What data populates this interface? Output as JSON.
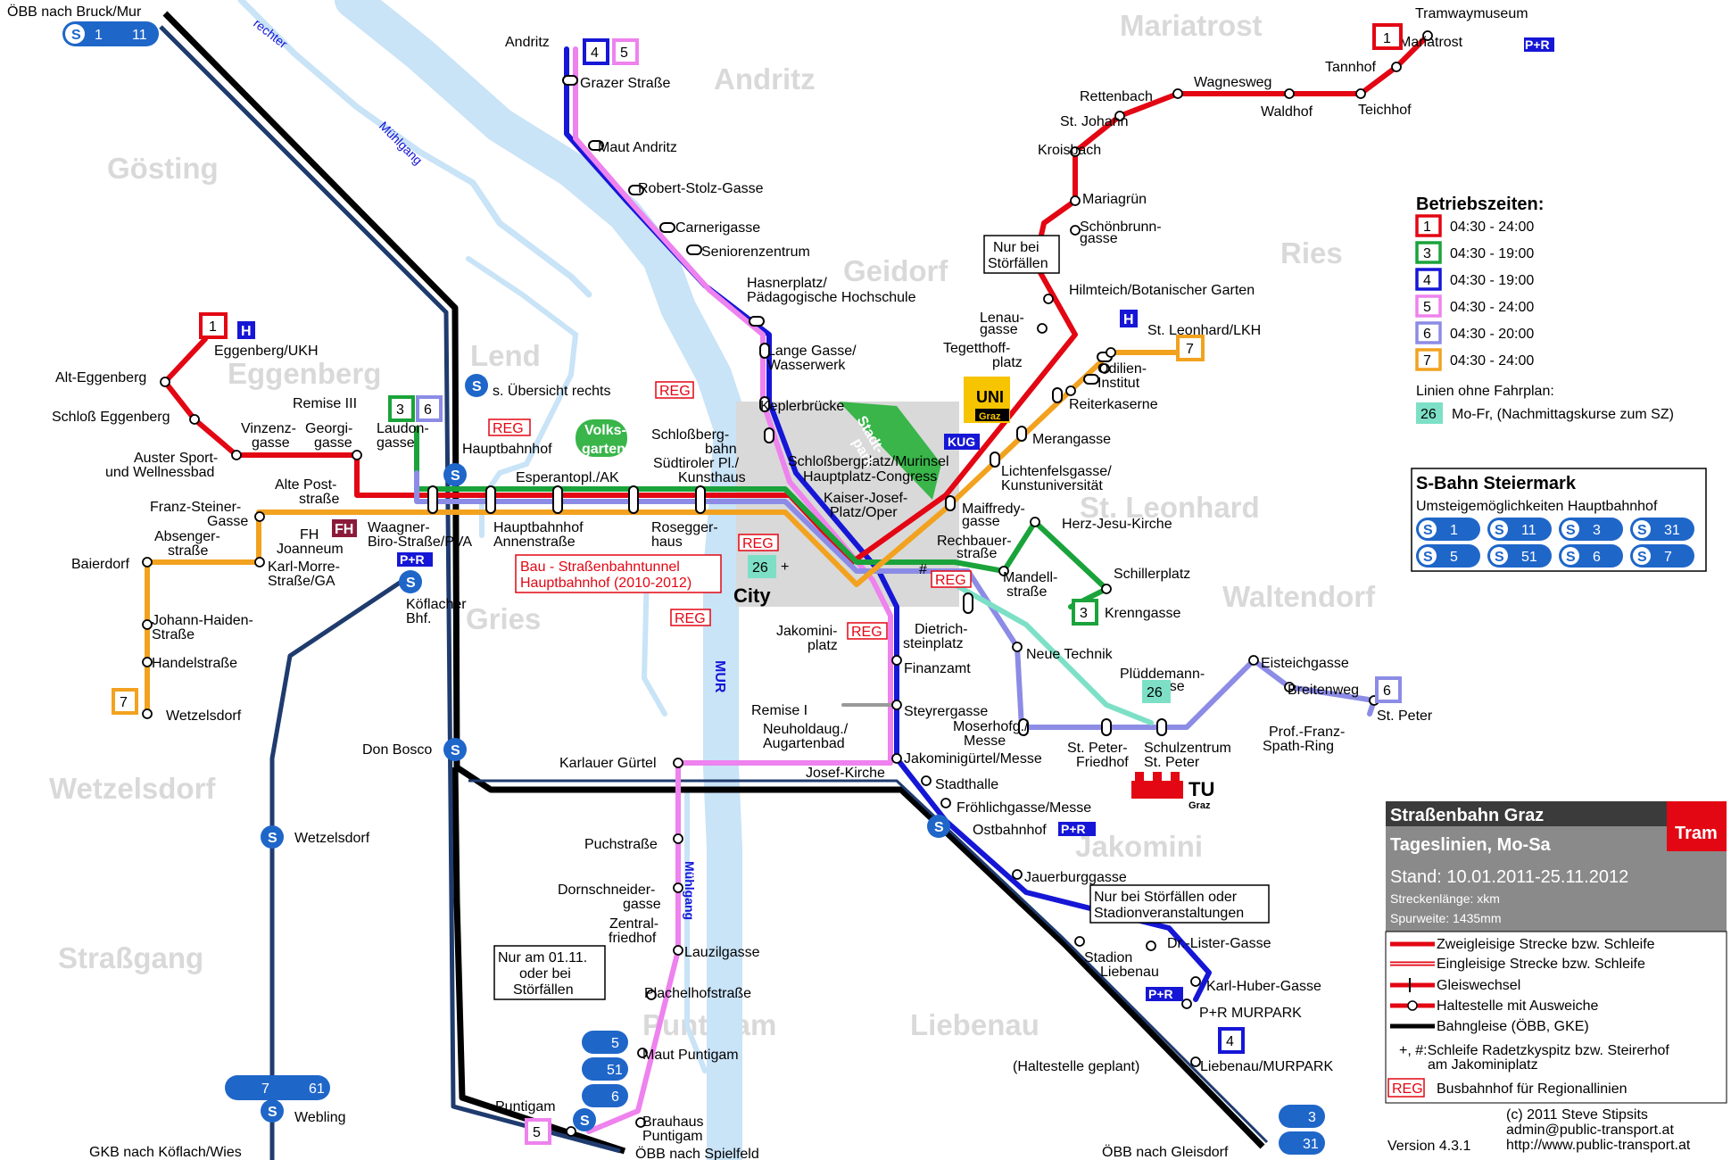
{
  "districts": [
    "Mariatrost",
    "Andritz",
    "Gösting",
    "Geidorf",
    "Ries",
    "Eggenberg",
    "Lend",
    "St. Leonhard",
    "Gries",
    "Waltendorf",
    "Wetzelsdorf",
    "Jakomini",
    "Straßgang",
    "Puntigam",
    "Liebenau"
  ],
  "water": {
    "river": "MUR",
    "channel_right": "rechter",
    "channel_muehlgang": "Mühlgang",
    "muehlgang_south": "Mühlgang"
  },
  "stations": {
    "oebb_bruck": "ÖBB nach Bruck/Mur",
    "andritz": "Andritz",
    "grazer_strasse": "Grazer Straße",
    "maut_andritz": "Maut Andritz",
    "robert_stolz": "Robert-Stolz-Gasse",
    "carnerigasse": "Carnerigasse",
    "seniorenzentrum": "Seniorenzentrum",
    "hasnerplatz_1": "Hasnerplatz/",
    "hasnerplatz_2": "Pädagogische Hochschule",
    "lange_gasse_1": "Lange Gasse/",
    "lange_gasse_2": "Wasserwerk",
    "keplerbruecke": "Keplerbrücke",
    "schlossbergbahn_1": "Schloßberg-",
    "schlossbergbahn_2": "bahn",
    "suedtiroler_1": "Südtiroler Pl./",
    "suedtiroler_2": "Kunsthaus",
    "schlossbergplatz": "Schloßbergplatz/Murinsel",
    "hauptplatz": "Hauptplatz-Congress",
    "kaiser_josef_1": "Kaiser-Josef-",
    "kaiser_josef_2": "Platz/Oper",
    "mariatrost": "Mariatrost",
    "tramwaymuseum": "Tramwaymuseum",
    "tannhof": "Tannhof",
    "teichhof": "Teichhof",
    "waldhof": "Waldhof",
    "wagnesweg": "Wagnesweg",
    "rettenbach": "Rettenbach",
    "st_johann": "St. Johann",
    "kroisbach": "Kroisbach",
    "mariagruen": "Mariagrün",
    "schoenbrunn_1": "Schönbrunn-",
    "schoenbrunn_2": "gasse",
    "hilmteich": "Hilmteich/Botanischer Garten",
    "lenaugasse_1": "Lenau-",
    "lenaugasse_2": "gasse",
    "tegetthoff_1": "Tegetthoff-",
    "tegetthoff_2": "platz",
    "st_leonhard_lkh": "St. Leonhard/LKH",
    "odilien_1": "Odilien-",
    "odilien_2": "Institut",
    "reiterkaserne": "Reiterkaserne",
    "merangasse": "Merangasse",
    "lichtenfels_1": "Lichtenfelsgasse/",
    "lichtenfels_2": "Kunstuniversität",
    "maiffredy_1": "Maiffredy-",
    "maiffredy_2": "gasse",
    "rechbauer_1": "Rechbauer-",
    "rechbauer_2": "straße",
    "herz_jesu": "Herz-Jesu-Kirche",
    "mandell_1": "Mandell-",
    "mandell_2": "straße",
    "schillerplatz": "Schillerplatz",
    "krenngasse": "Krenngasse",
    "dietrich_1": "Dietrich-",
    "dietrich_2": "steinplatz",
    "neue_technik": "Neue Technik",
    "plueddemann_1": "Plüddemann-",
    "plueddemann_2": "gasse",
    "eisteich": "Eisteichgasse",
    "breitenweg": "Breitenweg",
    "st_peter": "St. Peter",
    "prof_franz_1": "Prof.-Franz-",
    "prof_franz_2": "Spath-Ring",
    "st_peter_friedhof_1": "St. Peter-",
    "st_peter_friedhof_2": "Friedhof",
    "schulzentrum_1": "Schulzentrum",
    "schulzentrum_2": "St. Peter",
    "moserhof_1": "Moserhofg./",
    "moserhof_2": "Messe",
    "jakomini_1": "Jakomini-",
    "jakomini_2": "platz",
    "finanzamt": "Finanzamt",
    "steyrergasse": "Steyrergasse",
    "remise_i": "Remise I",
    "neuholdaug_1": "Neuholdaug./",
    "neuholdaug_2": "Augartenbad",
    "jakominiguertel": "Jakominigürtel/Messe",
    "josef_kirche": "Josef-Kirche",
    "stadthalle": "Stadthalle",
    "froehlich": "Fröhlichgasse/Messe",
    "ostbahnhof": "Ostbahnhof",
    "jauerburg": "Jauerburggasse",
    "stadion_1": "Stadion",
    "stadion_2": "Liebenau",
    "dr_lister": "Dr.-Lister-Gasse",
    "karl_huber": "Karl-Huber-Gasse",
    "pr_murpark": "P+R MURPARK",
    "liebenau_murpark": "Liebenau/MURPARK",
    "haltestelle_geplant": "(Haltestelle geplant)",
    "oebb_gleisdorf": "ÖBB nach Gleisdorf",
    "karlauer": "Karlauer Gürtel",
    "puchstrasse": "Puchstraße",
    "dornschneider_1": "Dornschneider-",
    "dornschneider_2": "gasse",
    "zentralfriedhof_1": "Zentral-",
    "zentralfriedhof_2": "friedhof",
    "lauzilgasse": "Lauzilgasse",
    "plachelhof": "Plachelhofstraße",
    "maut_puntigam": "Maut Puntigam",
    "brauhaus_1": "Brauhaus",
    "brauhaus_2": "Puntigam",
    "puntigam": "Puntigam",
    "oebb_spielfeld": "ÖBB nach Spielfeld",
    "eggenberg_ukh": "Eggenberg/UKH",
    "alt_eggenberg": "Alt-Eggenberg",
    "schloss_eggenberg": "Schloß Eggenberg",
    "vinzenz_1": "Vinzenz-",
    "vinzenz_2": "gasse",
    "georgi_1": "Georgi-",
    "georgi_2": "gasse",
    "auster_1": "Auster Sport-",
    "auster_2": "und Wellnessbad",
    "alte_post_1": "Alte Post-",
    "alte_post_2": "straße",
    "remise_iii": "Remise III",
    "laudon_1": "Laudon-",
    "laudon_2": "gasse",
    "franz_steiner_1": "Franz-Steiner-",
    "franz_steiner_2": "Gasse",
    "absenger_1": "Absenger-",
    "absenger_2": "straße",
    "baierdorf": "Baierdorf",
    "karl_morre_1": "Karl-Morre-",
    "karl_morre_2": "Straße/GA",
    "fh_joanneum_1": "FH",
    "fh_joanneum_2": "Joanneum",
    "johann_haiden_1": "Johann-Haiden-",
    "johann_haiden_2": "Straße",
    "handelstrasse": "Handelstraße",
    "wetzelsdorf_stop": "Wetzelsdorf",
    "waagner_1": "Waagner-",
    "waagner_2": "Biro-Straße/PVA",
    "hauptbahnhof": "Hauptbahnhof",
    "esperanto": "Esperantopl./AK",
    "hbf_annen_1": "Hauptbahnhof",
    "hbf_annen_2": "Annenstraße",
    "rosegger_1": "Rosegger-",
    "rosegger_2": "haus",
    "koeflacher_1": "Köflacher",
    "koeflacher_2": "Bhf.",
    "don_bosco": "Don Bosco",
    "wetzelsdorf_s": "Wetzelsdorf",
    "webling": "Webling",
    "gkb": "GKB nach Köflach/Wies",
    "uebersicht": "s. Übersicht rechts",
    "volksgarten_1": "Volks-",
    "volksgarten_2": "garten",
    "stadtpark_1": "Stadt-",
    "stadtpark_2": "park",
    "city": "City"
  },
  "badges": {
    "pr": "P+R",
    "reg": "REG",
    "h": "H",
    "uni_1": "UNI",
    "uni_2": "Graz",
    "kug": "KUG",
    "fh": "FH",
    "tu_1": "TU",
    "tu_2": "Graz",
    "hash": "#",
    "plus": "+"
  },
  "line_numbers": {
    "l1": "1",
    "l3": "3",
    "l4": "4",
    "l5": "5",
    "l6": "6",
    "l7": "7",
    "l26": "26"
  },
  "notes": {
    "bau_1": "Bau - Straßenbahntunnel",
    "bau_2": "Hauptbahnhof (2010-2012)",
    "stoerfall_1_1": "Nur bei",
    "stoerfall_1_2": "Störfällen",
    "stoerfall_2_1": "Nur bei Störfällen oder",
    "stoerfall_2_2": "Stadionveranstaltungen",
    "allerheiligen_1": "Nur am 01.11.",
    "allerheiligen_2": "oder bei",
    "allerheiligen_3": "Störfällen"
  },
  "sbahn_badges": {
    "top": [
      "1",
      "11"
    ],
    "bottom_left": [
      "7",
      "61"
    ],
    "puntigam": [
      "5",
      "51",
      "6"
    ],
    "gleisdorf": [
      "3",
      "31"
    ]
  },
  "legend": {
    "title": "Betriebszeiten:",
    "rows": [
      {
        "line": "1",
        "hours": "04:30 - 24:00",
        "color": "#e30613"
      },
      {
        "line": "3",
        "hours": "04:30 - 19:00",
        "color": "#1aa33a"
      },
      {
        "line": "4",
        "hours": "04:30 - 19:00",
        "color": "#1616d6"
      },
      {
        "line": "5",
        "hours": "04:30 - 24:00",
        "color": "#ee82ee"
      },
      {
        "line": "6",
        "hours": "04:30 - 20:00",
        "color": "#8c8ce6"
      },
      {
        "line": "7",
        "hours": "04:30 - 24:00",
        "color": "#f2a21f"
      }
    ],
    "no_schedule": "Linien ohne Fahrplan:",
    "line26": "26",
    "line26_text": "Mo-Fr, (Nachmittagskurse zum SZ)"
  },
  "sbahn": {
    "title": "S-Bahn Steiermark",
    "subtitle": "Umsteigemöglichkeiten Hauptbahnhof",
    "lines": [
      "1",
      "11",
      "3",
      "31",
      "5",
      "51",
      "6",
      "7"
    ]
  },
  "infobox": {
    "title": "Straßenbahn Graz",
    "tram": "Tram",
    "subtitle": "Tageslinien, Mo-Sa",
    "stand": "Stand: 10.01.2011-25.11.2012",
    "length": "Streckenlänge: xkm",
    "gauge": "Spurweite: 1435mm",
    "key": [
      "Zweigleisige Strecke bzw. Schleife",
      "Eingleisige Strecke bzw. Schleife",
      "Gleiswechsel",
      "Haltestelle mit Ausweiche",
      "Bahngleise (ÖBB, GKE)",
      "+, #:Schleife Radetzkyspitz bzw. Steirerhof",
      "am Jakominiplatz",
      "Busbahnhof für Regionallinien"
    ],
    "reg": "REG",
    "copyright": "(c) 2011 Steve Stipsits",
    "email": "admin@public-transport.at",
    "url": "http://www.public-transport.at",
    "version": "Version 4.3.1"
  },
  "colors": {
    "l1": "#e30613",
    "l3": "#1aa33a",
    "l4": "#1616d6",
    "l5": "#ee82ee",
    "l6": "#8c8ce6",
    "l7": "#f2a21f",
    "l26": "#7de0c6",
    "river": "#c9e3f7",
    "rail": "#000000",
    "gkb": "#1f3b6e",
    "sbahn": "#1f66c9"
  }
}
